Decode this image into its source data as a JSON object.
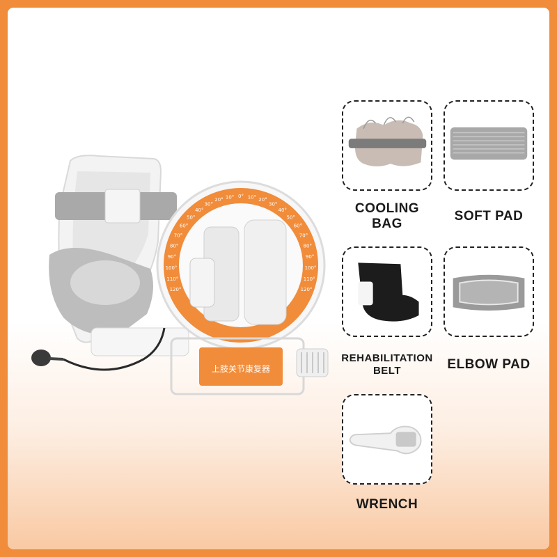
{
  "product": {
    "device_label": "上肢关节康复器",
    "dial_ticks": [
      "120°",
      "110°",
      "100°",
      "90°",
      "80°",
      "70°",
      "60°",
      "50°",
      "40°",
      "30°",
      "20°",
      "10°",
      "0°",
      "10°",
      "20°",
      "30°",
      "40°",
      "50°",
      "60°",
      "70°",
      "80°",
      "90°",
      "100°",
      "110°",
      "120°"
    ]
  },
  "accessories": [
    {
      "line1": "COOLING",
      "line2": "BAG",
      "icon": "cooling-bag-icon"
    },
    {
      "line1": "SOFT PAD",
      "line2": "",
      "icon": "soft-pad-icon"
    },
    {
      "line1": "REHABILITATION",
      "line2": "BELT",
      "icon": "rehabilitation-belt-icon"
    },
    {
      "line1": "ELBOW PAD",
      "line2": "",
      "icon": "elbow-pad-icon"
    },
    {
      "line1": "WRENCH",
      "line2": "",
      "icon": "wrench-icon"
    }
  ],
  "colors": {
    "accent": "#f08c3a",
    "dashed_border": "#222222",
    "text": "#1a1a1a"
  }
}
